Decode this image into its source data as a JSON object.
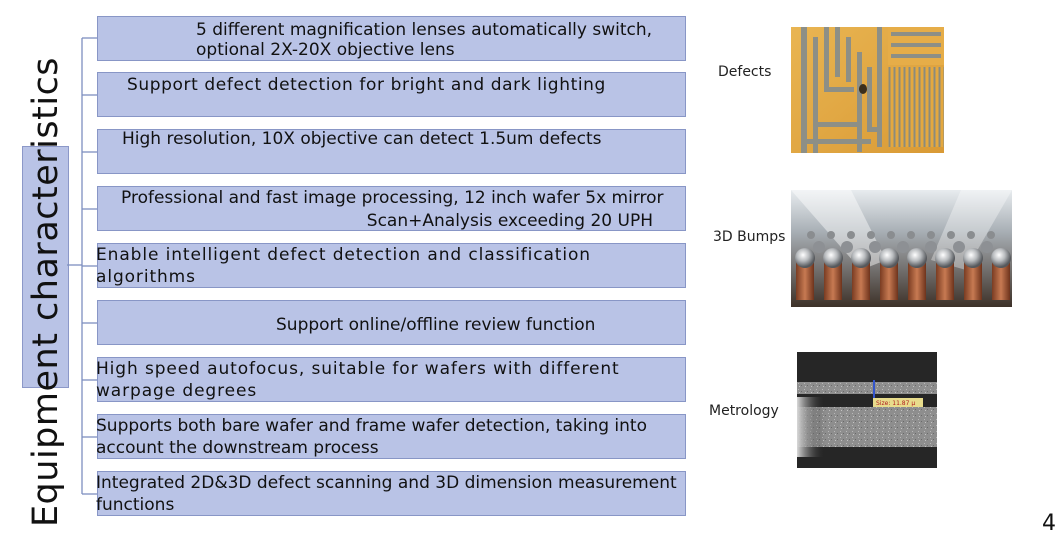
{
  "title": "Equipment characteristics",
  "features": [
    {
      "line1": "5 different magnification lenses automatically switch,",
      "line2": "optional 2X-20X objective lens"
    },
    {
      "line1": "Support defect detection for bright and dark lighting",
      "line2": ""
    },
    {
      "line1": "High resolution, 10X objective can detect 1.5um defects",
      "line2": ""
    },
    {
      "line1": "Professional and fast image processing, 12 inch wafer 5x mirror",
      "line2": "Scan+Analysis exceeding 20 UPH"
    },
    {
      "line1": "Enable intelligent defect detection and classification",
      "line2": "algorithms"
    },
    {
      "line1": "Support online/offline review function",
      "line2": ""
    },
    {
      "line1": "High speed autofocus, suitable for wafers with different",
      "line2": "warpage degrees"
    },
    {
      "line1": "Supports both bare wafer and frame wafer detection, taking into",
      "line2": "account the downstream process"
    },
    {
      "line1": "Integrated 2D&3D defect scanning and 3D dimension measurement",
      "line2": "functions"
    }
  ],
  "photos": [
    {
      "label": "Defects"
    },
    {
      "label": "3D Bumps"
    },
    {
      "label": "Metrology",
      "readout": "Size: 11.87 µ"
    }
  ],
  "page_number": "4"
}
